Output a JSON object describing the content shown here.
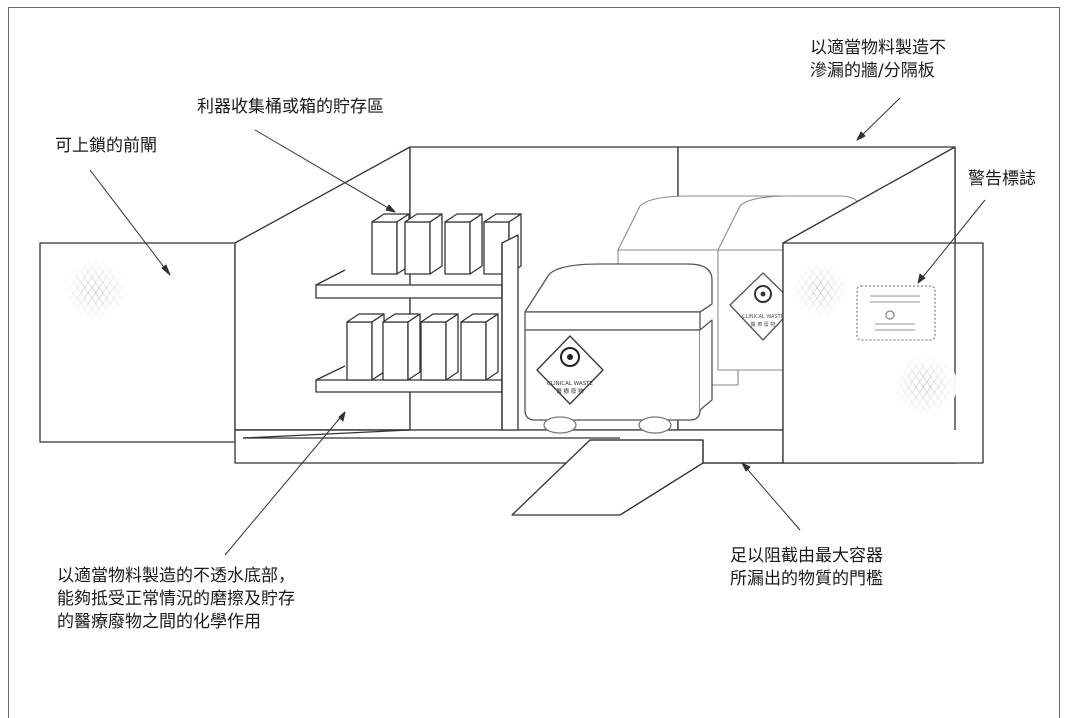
{
  "labels": {
    "lockable_door": "可上鎖的前閘",
    "sharps_storage": "利器收集桶或箱的貯存區",
    "walls": [
      "以適當物料製造不",
      "滲漏的牆/分隔板"
    ],
    "warning_sign": "警告標誌",
    "floor": [
      "以適當物料製造的不透水底部，",
      "能夠抵受正常情況的磨擦及貯存",
      "的醫療廢物之間的化學作用"
    ],
    "threshold": [
      "足以阻截由最大容器",
      "所漏出的物質的門檻"
    ]
  },
  "bin_label": {
    "line1": "CLINICAL WASTE",
    "line2": "醫 療 廢 物"
  },
  "colors": {
    "line": "#333333",
    "faint": "#9a9a9a",
    "hatch": "#b0b0b0"
  }
}
